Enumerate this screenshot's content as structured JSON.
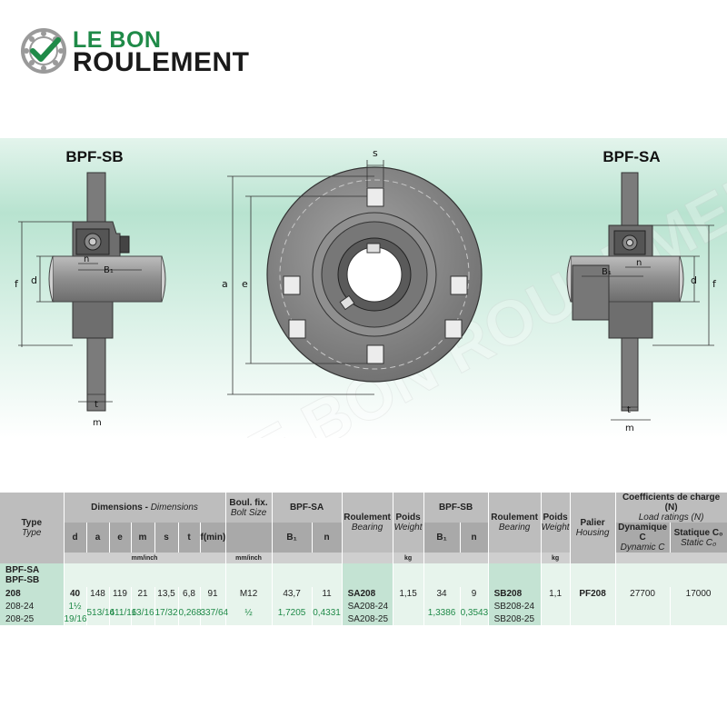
{
  "brand": {
    "line1": "LE BON",
    "line2": "ROULEMENT",
    "watermark": "LE BON ROULEMENT",
    "colors": {
      "green": "#1f8a48",
      "dark": "#1a1a1a",
      "band_top": "#e3f4ec",
      "band_mid": "#b8e3d0",
      "band_bottom": "#f4fbf8"
    }
  },
  "drawing": {
    "left_title": "BPF-SB",
    "right_title": "BPF-SA",
    "labels": {
      "s": "s",
      "a": "a",
      "e": "e",
      "f": "f",
      "d": "d",
      "n": "n",
      "B1": "B₁",
      "t": "t",
      "m": "m"
    }
  },
  "table": {
    "headers": {
      "type": "Type",
      "type_en": "Type",
      "dimensions": "Dimensions",
      "dimensions_en": "Dimensions",
      "boul": "Boul. fix.",
      "boul_en": "Bolt Size",
      "bpfsa": "BPF-SA",
      "roulement": "Roulement",
      "roulement_en": "Bearing",
      "poids": "Poids",
      "poids_en": "Weight",
      "bpfsb": "BPF-SB",
      "palier": "Palier",
      "palier_en": "Housing",
      "coef": "Coefficients de charge (N)",
      "coef_en": "Load ratings (N)",
      "dyn": "Dynamique C",
      "dyn_en": "Dynamic C",
      "stat": "Statique C₀",
      "stat_en": "Static C₀"
    },
    "subheaders": {
      "d": "d",
      "a": "a",
      "e": "e",
      "m": "m",
      "s": "s",
      "t": "t",
      "f": "f(min)",
      "b1": "B₁",
      "n": "n"
    },
    "units": {
      "mm_inch": "mm/inch",
      "mm_inch2": "mm/inch",
      "kg": "kg",
      "kg2": "kg"
    },
    "type_lines": [
      "BPF-SA",
      "BPF-SB"
    ],
    "rows": [
      {
        "type": "208",
        "d": "40",
        "a": "148",
        "e": "119",
        "m": "21",
        "s": "13,5",
        "t": "6,8",
        "f": "91",
        "bolt": "M12",
        "sa_b1": "43,7",
        "sa_n": "11",
        "sa_bearing": "SA208",
        "sa_weight": "1,15",
        "sb_b1": "34",
        "sb_n": "9",
        "sb_bearing": "SB208",
        "sb_weight": "1,1",
        "housing": "PF208",
        "dynamic": "27700",
        "static": "17000"
      },
      {
        "type": "208-24",
        "d": "1½",
        "sa_bearing": "SA208-24",
        "sb_bearing": "SB208-24"
      },
      {
        "type": "208-25",
        "d": "19/16",
        "sa_bearing": "SA208-25",
        "sb_bearing": "SB208-25"
      }
    ],
    "inch_values": {
      "a": "513/16",
      "e": "411/16",
      "m": "13/16",
      "s": "17/32",
      "t": "0,268",
      "f": "337/64",
      "bolt": "½",
      "sa_b1": "1,7205",
      "sa_n": "0,4331",
      "sb_b1": "1,3386",
      "sb_n": "0,3543"
    }
  }
}
